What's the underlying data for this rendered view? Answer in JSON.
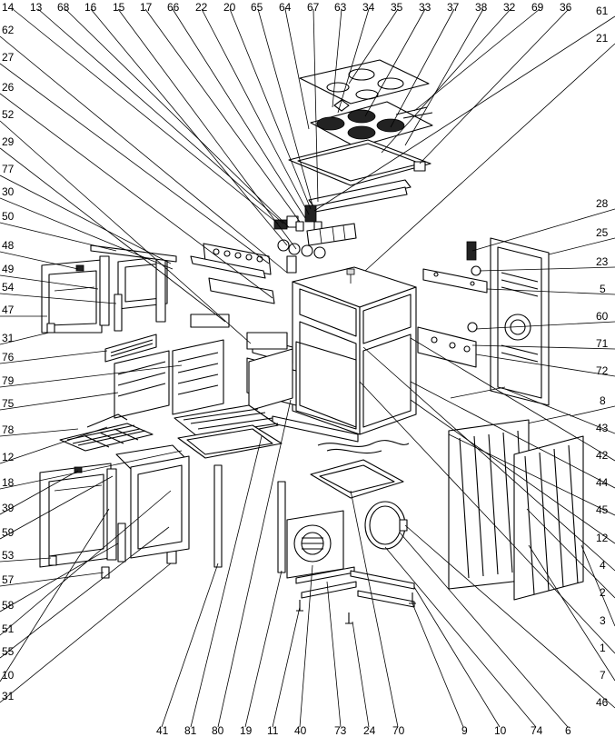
{
  "labels": {
    "top": [
      "14",
      "13",
      "68",
      "16",
      "15",
      "17",
      "66",
      "22",
      "20",
      "65",
      "64",
      "67",
      "63",
      "34",
      "35",
      "33",
      "37",
      "38",
      "32",
      "69",
      "36"
    ],
    "left": [
      "62",
      "27",
      "26",
      "52",
      "29",
      "77",
      "30",
      "50",
      "48",
      "49",
      "54",
      "47",
      "31",
      "76",
      "79",
      "75",
      "78",
      "12",
      "18",
      "39",
      "59",
      "53",
      "57",
      "58",
      "51",
      "55",
      "10",
      "31"
    ],
    "right": [
      "61",
      "21",
      "28",
      "25",
      "23",
      "5",
      "60",
      "71",
      "72",
      "8",
      "43",
      "42",
      "44",
      "45",
      "12",
      "4",
      "2",
      "3",
      "1",
      "7",
      "46"
    ],
    "bottom": [
      "41",
      "81",
      "80",
      "19",
      "11",
      "40",
      "73",
      "24",
      "70",
      "9",
      "10",
      "74",
      "6"
    ]
  }
}
